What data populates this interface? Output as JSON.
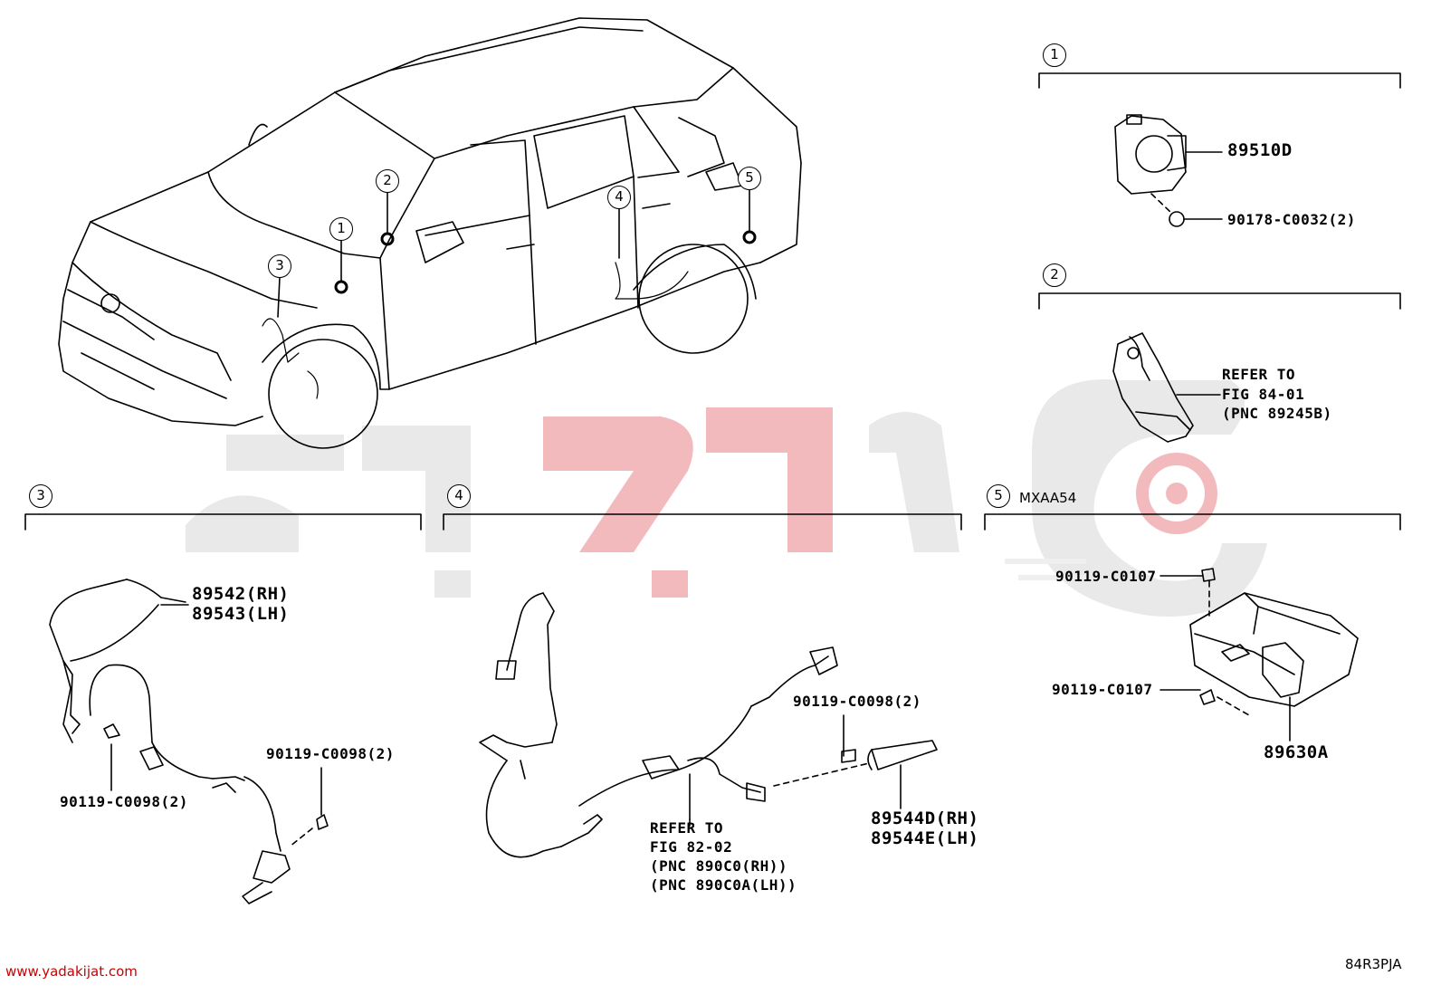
{
  "callouts": {
    "c1": "1",
    "c2": "2",
    "c3": "3",
    "c4": "4",
    "c5": "5"
  },
  "sections": {
    "s1": {
      "num": "1"
    },
    "s2": {
      "num": "2"
    },
    "s3": {
      "num": "3"
    },
    "s4": {
      "num": "4"
    },
    "s5": {
      "num": "5",
      "note": "MXAA54"
    }
  },
  "parts": {
    "p89510D": "89510D",
    "p90178": "90178-C0032(2)",
    "refer2_l1": "REFER TO",
    "refer2_l2": "FIG 84-01",
    "refer2_l3": "(PNC 89245B)",
    "p89542": "89542(RH)",
    "p89543": "89543(LH)",
    "p90119a": "90119-C0098(2)",
    "p90119b": "90119-C0098(2)",
    "p90119c": "90119-C0098(2)",
    "refer4_l1": "REFER TO",
    "refer4_l2": "FIG 82-02",
    "refer4_l3": "(PNC 890C0(RH))",
    "refer4_l4": "(PNC 890C0A(LH))",
    "p89544D": "89544D(RH)",
    "p89544E": "89544E(LH)",
    "p90119d": "90119-C0107",
    "p90119e": "90119-C0107",
    "p89630A": "89630A"
  },
  "footer": {
    "website": "www.yadakijat.com",
    "figure_id": "84R3PJA"
  },
  "colors": {
    "watermark_red": "#f2b3b6",
    "watermark_gray": "#e6e6e6",
    "line": "#000000"
  }
}
